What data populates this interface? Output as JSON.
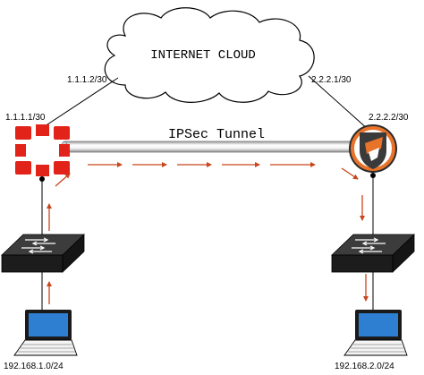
{
  "cloud": {
    "label": "INTERNET CLOUD"
  },
  "links": {
    "left_cloud_ip": "1.1.1.2/30",
    "right_cloud_ip": "2.2.2.1/30",
    "left_fw_ip": "1.1.1.1/30",
    "right_fw_ip": "2.2.2.2/30"
  },
  "tunnel": {
    "label": "IPSec Tunnel"
  },
  "lans": {
    "left": "192.168.1.0/24",
    "right": "192.168.2.0/24"
  },
  "colors": {
    "arrow": "#c8461b",
    "fortinet_red": "#e2231a",
    "sophos_orange": "#e8732a",
    "device_dark": "#1c1c1c"
  },
  "icons": {
    "left_firewall": "fortinet-logo-icon",
    "right_firewall": "sophos-shield-icon",
    "switch": "network-switch-icon",
    "host": "laptop-icon"
  }
}
